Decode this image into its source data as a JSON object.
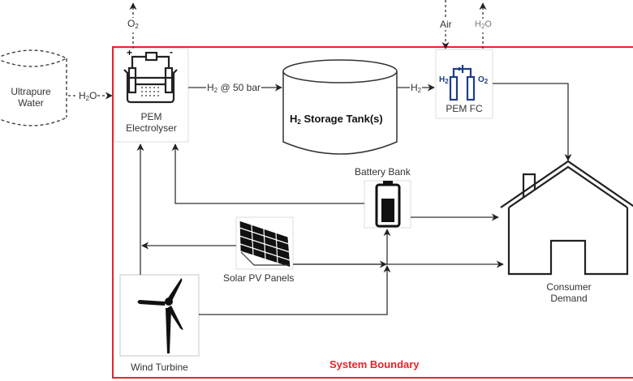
{
  "diagram": {
    "type": "hydrogen microgrid system diagram",
    "colors": {
      "boundary": "#e8232b",
      "line": "#333333",
      "fuel_cell_icon": "#1f3c88",
      "node_border": "#dddddd"
    },
    "boundary": {
      "label": "System Boundary"
    },
    "nodes": {
      "ultrapure_water": {
        "label_line1": "Ultrapure",
        "label_line2": "Water",
        "style": "dashed-cylinder"
      },
      "pem_electrolyser": {
        "label_line1": "PEM",
        "label_line2": "Electrolyser",
        "icon": "electrolyser-icon",
        "plus": "+",
        "minus": "-"
      },
      "h2_storage": {
        "label_prefix": "H",
        "label_sub": "2",
        "label_rest": " Storage Tank(s)",
        "style": "cylinder"
      },
      "pem_fc": {
        "label": "PEM FC",
        "icon": "fuel-cell-icon",
        "icon_left": "H",
        "icon_left_sub": "2",
        "icon_right": "O",
        "icon_right_sub": "2"
      },
      "battery_bank": {
        "label": "Battery Bank",
        "icon": "battery-icon"
      },
      "solar_pv": {
        "label": "Solar PV Panels",
        "icon": "solar-panel-icon"
      },
      "wind_turbine": {
        "label": "Wind Turbine",
        "icon": "wind-turbine-icon"
      },
      "consumer_demand": {
        "label_line1": "Consumer",
        "label_line2": "Demand",
        "icon": "house-icon"
      }
    },
    "edges": {
      "o2_out": {
        "prefix": "O",
        "sub": "2"
      },
      "h2o_in": {
        "prefix": "H",
        "sub": "2",
        "rest": "O"
      },
      "h2_50bar": {
        "prefix": "H",
        "sub": "2",
        "rest": " @ 50 bar"
      },
      "h2_to_fc": {
        "prefix": "H",
        "sub": "2"
      },
      "air_in": {
        "label": "Air"
      },
      "h2o_out": {
        "prefix": "H",
        "sub": "2",
        "rest": "O"
      }
    }
  }
}
